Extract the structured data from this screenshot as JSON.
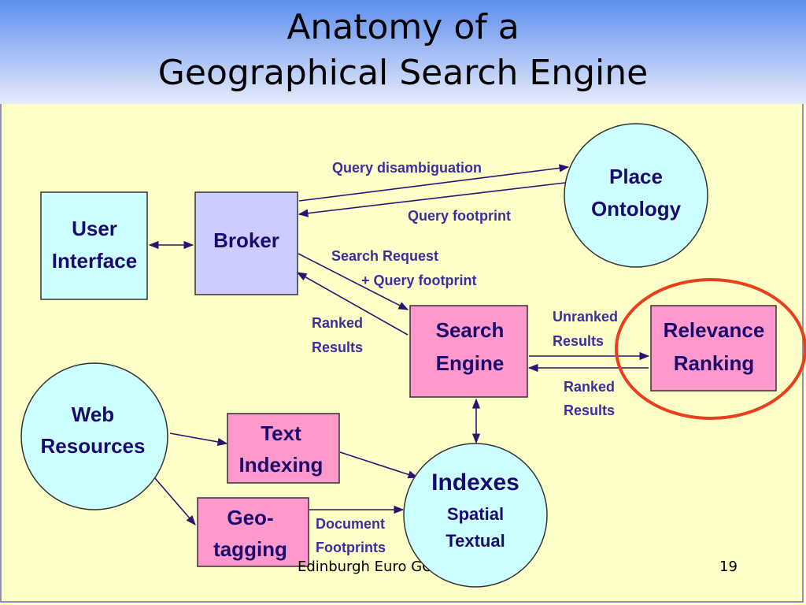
{
  "title": {
    "line1": "Anatomy of a",
    "line2": "Geographical Search Engine"
  },
  "nodes": {
    "user_interface": [
      "User",
      "Interface"
    ],
    "broker": "Broker",
    "place_ontology": [
      "Place",
      "Ontology"
    ],
    "search_engine": [
      "Search",
      "Engine"
    ],
    "relevance_ranking": [
      "Relevance",
      "Ranking"
    ],
    "web_resources": [
      "Web",
      "Resources"
    ],
    "text_indexing": [
      "Text",
      "Indexing"
    ],
    "geo_tagging": [
      "Geo-",
      "tagging"
    ],
    "indexes": {
      "title": "Indexes",
      "items": [
        "Spatial",
        "Textual"
      ]
    }
  },
  "edge_labels": {
    "query_disambiguation": "Query disambiguation",
    "query_footprint": "Query footprint",
    "search_request": [
      "Search Request",
      "+  Query footprint"
    ],
    "ranked_results_left": [
      "Ranked",
      "Results"
    ],
    "unranked_results": [
      "Unranked",
      "Results"
    ],
    "ranked_results_right": [
      "Ranked",
      "Results"
    ],
    "document_footprints": [
      "Document",
      "Footprints"
    ]
  },
  "footer": {
    "text": "Edinburgh Euro GO",
    "page_number": "19"
  },
  "colors": {
    "background": "#fefec8",
    "box_cyan": "#ccffff",
    "box_lavender": "#ccccff",
    "box_pink": "#ff99cc",
    "label_text": "#3b2fa0",
    "node_text": "#1a0a6e",
    "highlight_circle": "#e8401c"
  }
}
